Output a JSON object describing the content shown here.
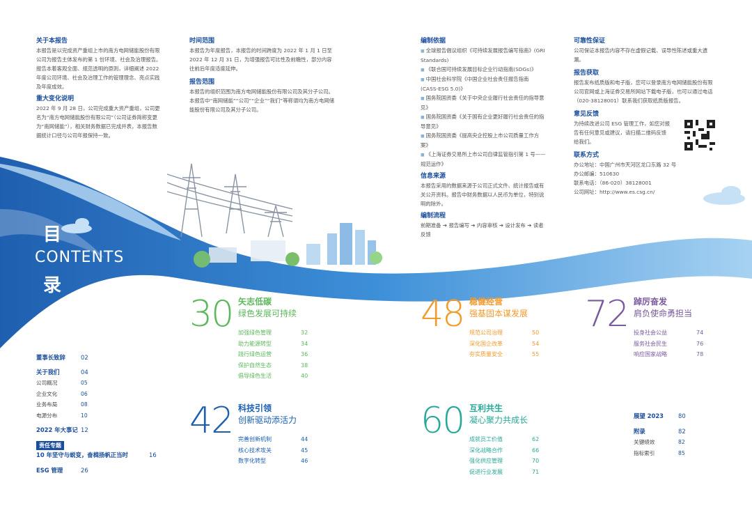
{
  "col1": {
    "about_title": "关于本报告",
    "about_text": "本报告是以完成资产重组上市的南方电网储能股份有限公司为报告主体发布的第 1 份环境、社会及治理报告。报告本着客观全面、规范透明的原则，详细阐述 2022 年度公司环境、社会及治理工作的管理理念、亮点实践及年度成效。",
    "change_title": "重大变化说明",
    "change_text": "2022 年 9 月 28 日，公司完成重大资产重组，公司更名为“南方电网储能股份有限公司”（公司证券简称变更为“南网储能”），相关财务数据已完成并表，本报告数据统计口径与公司年报保持一致。"
  },
  "col2": {
    "time_title": "时间范围",
    "time_text": "本报告为年度报告，本报告的时间跨度为 2022 年 1 月 1 日至 2022 年 12 月 31 日，为增强报告可比性及前瞻性，部分内容往前后年度适度延伸。",
    "scope_title": "报告范围",
    "scope_text": "本报告的组织范围为南方电网储能股份有限公司及其分子公司。本报告中“南网储能”“公司”“企业”“我们”等称谓均为南方电网储能股份有限公司及其分子公司。"
  },
  "col3": {
    "basis_title": "编制依据",
    "basis_items": [
      "全球报告倡议组织《可持续发展报告编写指南》(GRI Standards)",
      "《联合国可持续发展目标企业行动指南(SDGs)》",
      "中国社会科学院《中国企业社会责任报告指南(CASS-ESG 5.0)》",
      "国务院国资委《关于中央企业履行社会责任的指导意见》",
      "国务院国资委《关于国有企业更好履行社会责任的指导意见》",
      "国务院国资委《提高央企控股上市公司质量工作方案》",
      "《上海证券交易所上市公司自律监管指引第 1 号——规范运作》"
    ],
    "source_title": "信息来源",
    "source_text": "本报告采用的数据来源于公司正式文件、统计报告或有关公开资料。报告中财务数据以人民币为单位，特别说明的除外。",
    "process_title": "编制流程",
    "process_text": "前期准备 ➔ 报告编写 ➔ 内容审核 ➔ 设计发布 ➔ 读者反馈"
  },
  "col4": {
    "rel_title": "可靠性保证",
    "rel_text": "公司保证本报告内容不存在虚假记载、误导性陈述或重大遗漏。",
    "get_title": "报告获取",
    "get_text": "报告发布纸质版和电子版，您可以登录南方电网储能股份有限公司官网或上海证券交易所网站下载电子版，也可以通过电话（020-38128001）联系我们获取纸质版报告。",
    "fb_title": "意见反馈",
    "fb_text": "为持续改进公司 ESG 管理工作，如您对报告有任何意见或建议，请扫描二维码反馈给我们。",
    "contact_title": "联系方式",
    "contact_lines": [
      "办公地址：中国广州市天河区龙口东路 32 号",
      "办公邮编：510630",
      "联系电话：（86-020）38128001",
      "公司网址：http://www.es.csg.cn/"
    ]
  },
  "contents": {
    "mu": "目",
    "en": "CONTENTS",
    "lu": "录"
  },
  "left_toc": {
    "items": [
      {
        "t": "董事长致辞",
        "n": "02",
        "bold": true
      },
      {
        "t": "关于我们",
        "n": "04",
        "bold": true
      },
      {
        "t": "公司概况",
        "n": "05"
      },
      {
        "t": "企业文化",
        "n": "06"
      },
      {
        "t": "业务布局",
        "n": "08"
      },
      {
        "t": "电源分布",
        "n": "10"
      },
      {
        "t": "2022 年大事记",
        "n": "12",
        "bold": true
      }
    ],
    "special_tag": "责任专题",
    "special_title": "10 年坚守与蜕变，奋楫扬帆正当时",
    "special_num": "16",
    "esg": "ESG 管理",
    "esg_num": "26"
  },
  "sections": [
    {
      "num": "30",
      "title": "矢志低碳",
      "sub": "绿色发展可持续",
      "color": "#5cb85c",
      "items": [
        [
          "加强绿色管理",
          "32"
        ],
        [
          "助力能源转型",
          "34"
        ],
        [
          "践行绿色运营",
          "36"
        ],
        [
          "保护自然生态",
          "38"
        ],
        [
          "倡导绿色生活",
          "40"
        ]
      ]
    },
    {
      "num": "48",
      "title": "稳健经营",
      "sub": "强基固本谋发展",
      "color": "#f39a2b",
      "items": [
        [
          "规范公司治理",
          "50"
        ],
        [
          "深化国企改革",
          "54"
        ],
        [
          "夯实质量安全",
          "55"
        ]
      ]
    },
    {
      "num": "72",
      "title": "踔厉奋发",
      "sub": "肩负使命勇担当",
      "color": "#7a5a9e",
      "items": [
        [
          "投身社会公益",
          "74"
        ],
        [
          "服务社会民生",
          "76"
        ],
        [
          "响应国家战略",
          "78"
        ]
      ]
    },
    {
      "num": "42",
      "title": "科技引领",
      "sub": "创新驱动添活力",
      "color": "#1a5fb4",
      "items": [
        [
          "完善创新机制",
          "44"
        ],
        [
          "核心技术攻关",
          "45"
        ],
        [
          "数字化转型",
          "46"
        ]
      ]
    },
    {
      "num": "60",
      "title": "互利共生",
      "sub": "凝心聚力共成长",
      "color": "#27a99a",
      "items": [
        [
          "成就员工价值",
          "62"
        ],
        [
          "深化战略合作",
          "66"
        ],
        [
          "强化供应管理",
          "70"
        ],
        [
          "促进行业发展",
          "71"
        ]
      ]
    }
  ],
  "outlook": {
    "items": [
      {
        "t": "展望 2023",
        "n": "80",
        "bold": true
      },
      {
        "t": "附录",
        "n": "82",
        "bold": true
      },
      {
        "t": "关键绩效",
        "n": "82"
      },
      {
        "t": "指标索引",
        "n": "85"
      }
    ]
  },
  "colors": {
    "brand": "#1a4e9c",
    "wave": "#2f7fd1"
  }
}
